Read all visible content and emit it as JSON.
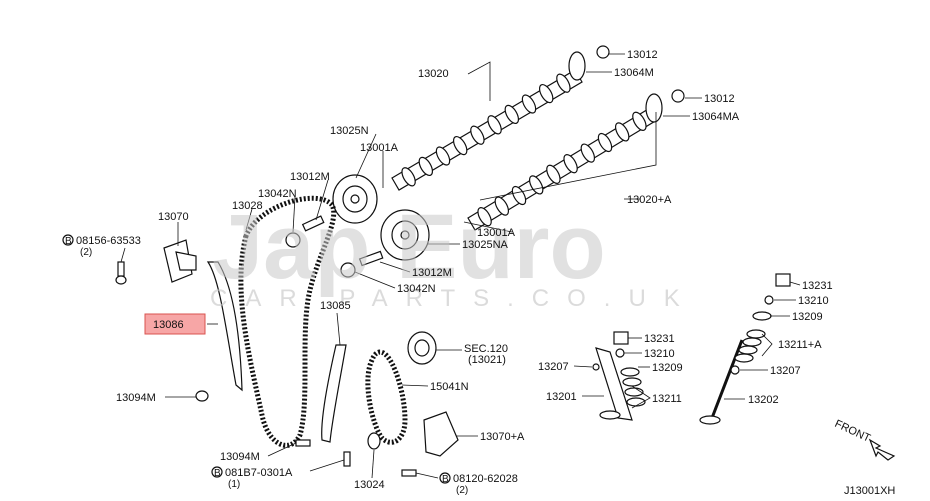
{
  "watermark": {
    "brand": "Jap Euro",
    "sub": "CAR PARTS.CO.UK"
  },
  "diagram_code": "J13001XH",
  "front_label": "FRONT",
  "highlight_color": "#f7a6a6",
  "callouts": {
    "c13012a": "13012",
    "c13064m": "13064M",
    "c13020": "13020",
    "c13012b": "13012",
    "c13064ma": "13064MA",
    "c13025n": "13025N",
    "c13001a_1": "13001A",
    "c13012m_1": "13012M",
    "c13042n_1": "13042N",
    "c13028": "13028",
    "c13070": "13070",
    "c08156_a": "08156-63533",
    "c08156_b": "(2)",
    "c13020a": "13020+A",
    "c13001a_2": "13001A",
    "c13025na": "13025NA",
    "c13012m_2": "13012M",
    "c13042n_2": "13042N",
    "c13085": "13085",
    "c13086": "13086",
    "c_sec120_a": "SEC.120",
    "c_sec120_b": "(13021)",
    "c15041n": "15041N",
    "c13094m_1": "13094M",
    "c13094m_2": "13094M",
    "c081b7_a": "081B7-0301A",
    "c081b7_b": "(1)",
    "c13070a": "13070+A",
    "c13024": "13024",
    "c08120_a": "08120-62028",
    "c08120_b": "(2)",
    "c13231_1": "13231",
    "c13210_1": "13210",
    "c13209_1": "13209",
    "c13211a": "13211+A",
    "c13207_1": "13207",
    "c13202": "13202",
    "c13231_2": "13231",
    "c13210_2": "13210",
    "c13209_2": "13209",
    "c13207_2": "13207",
    "c13201": "13201",
    "c13211": "13211"
  }
}
